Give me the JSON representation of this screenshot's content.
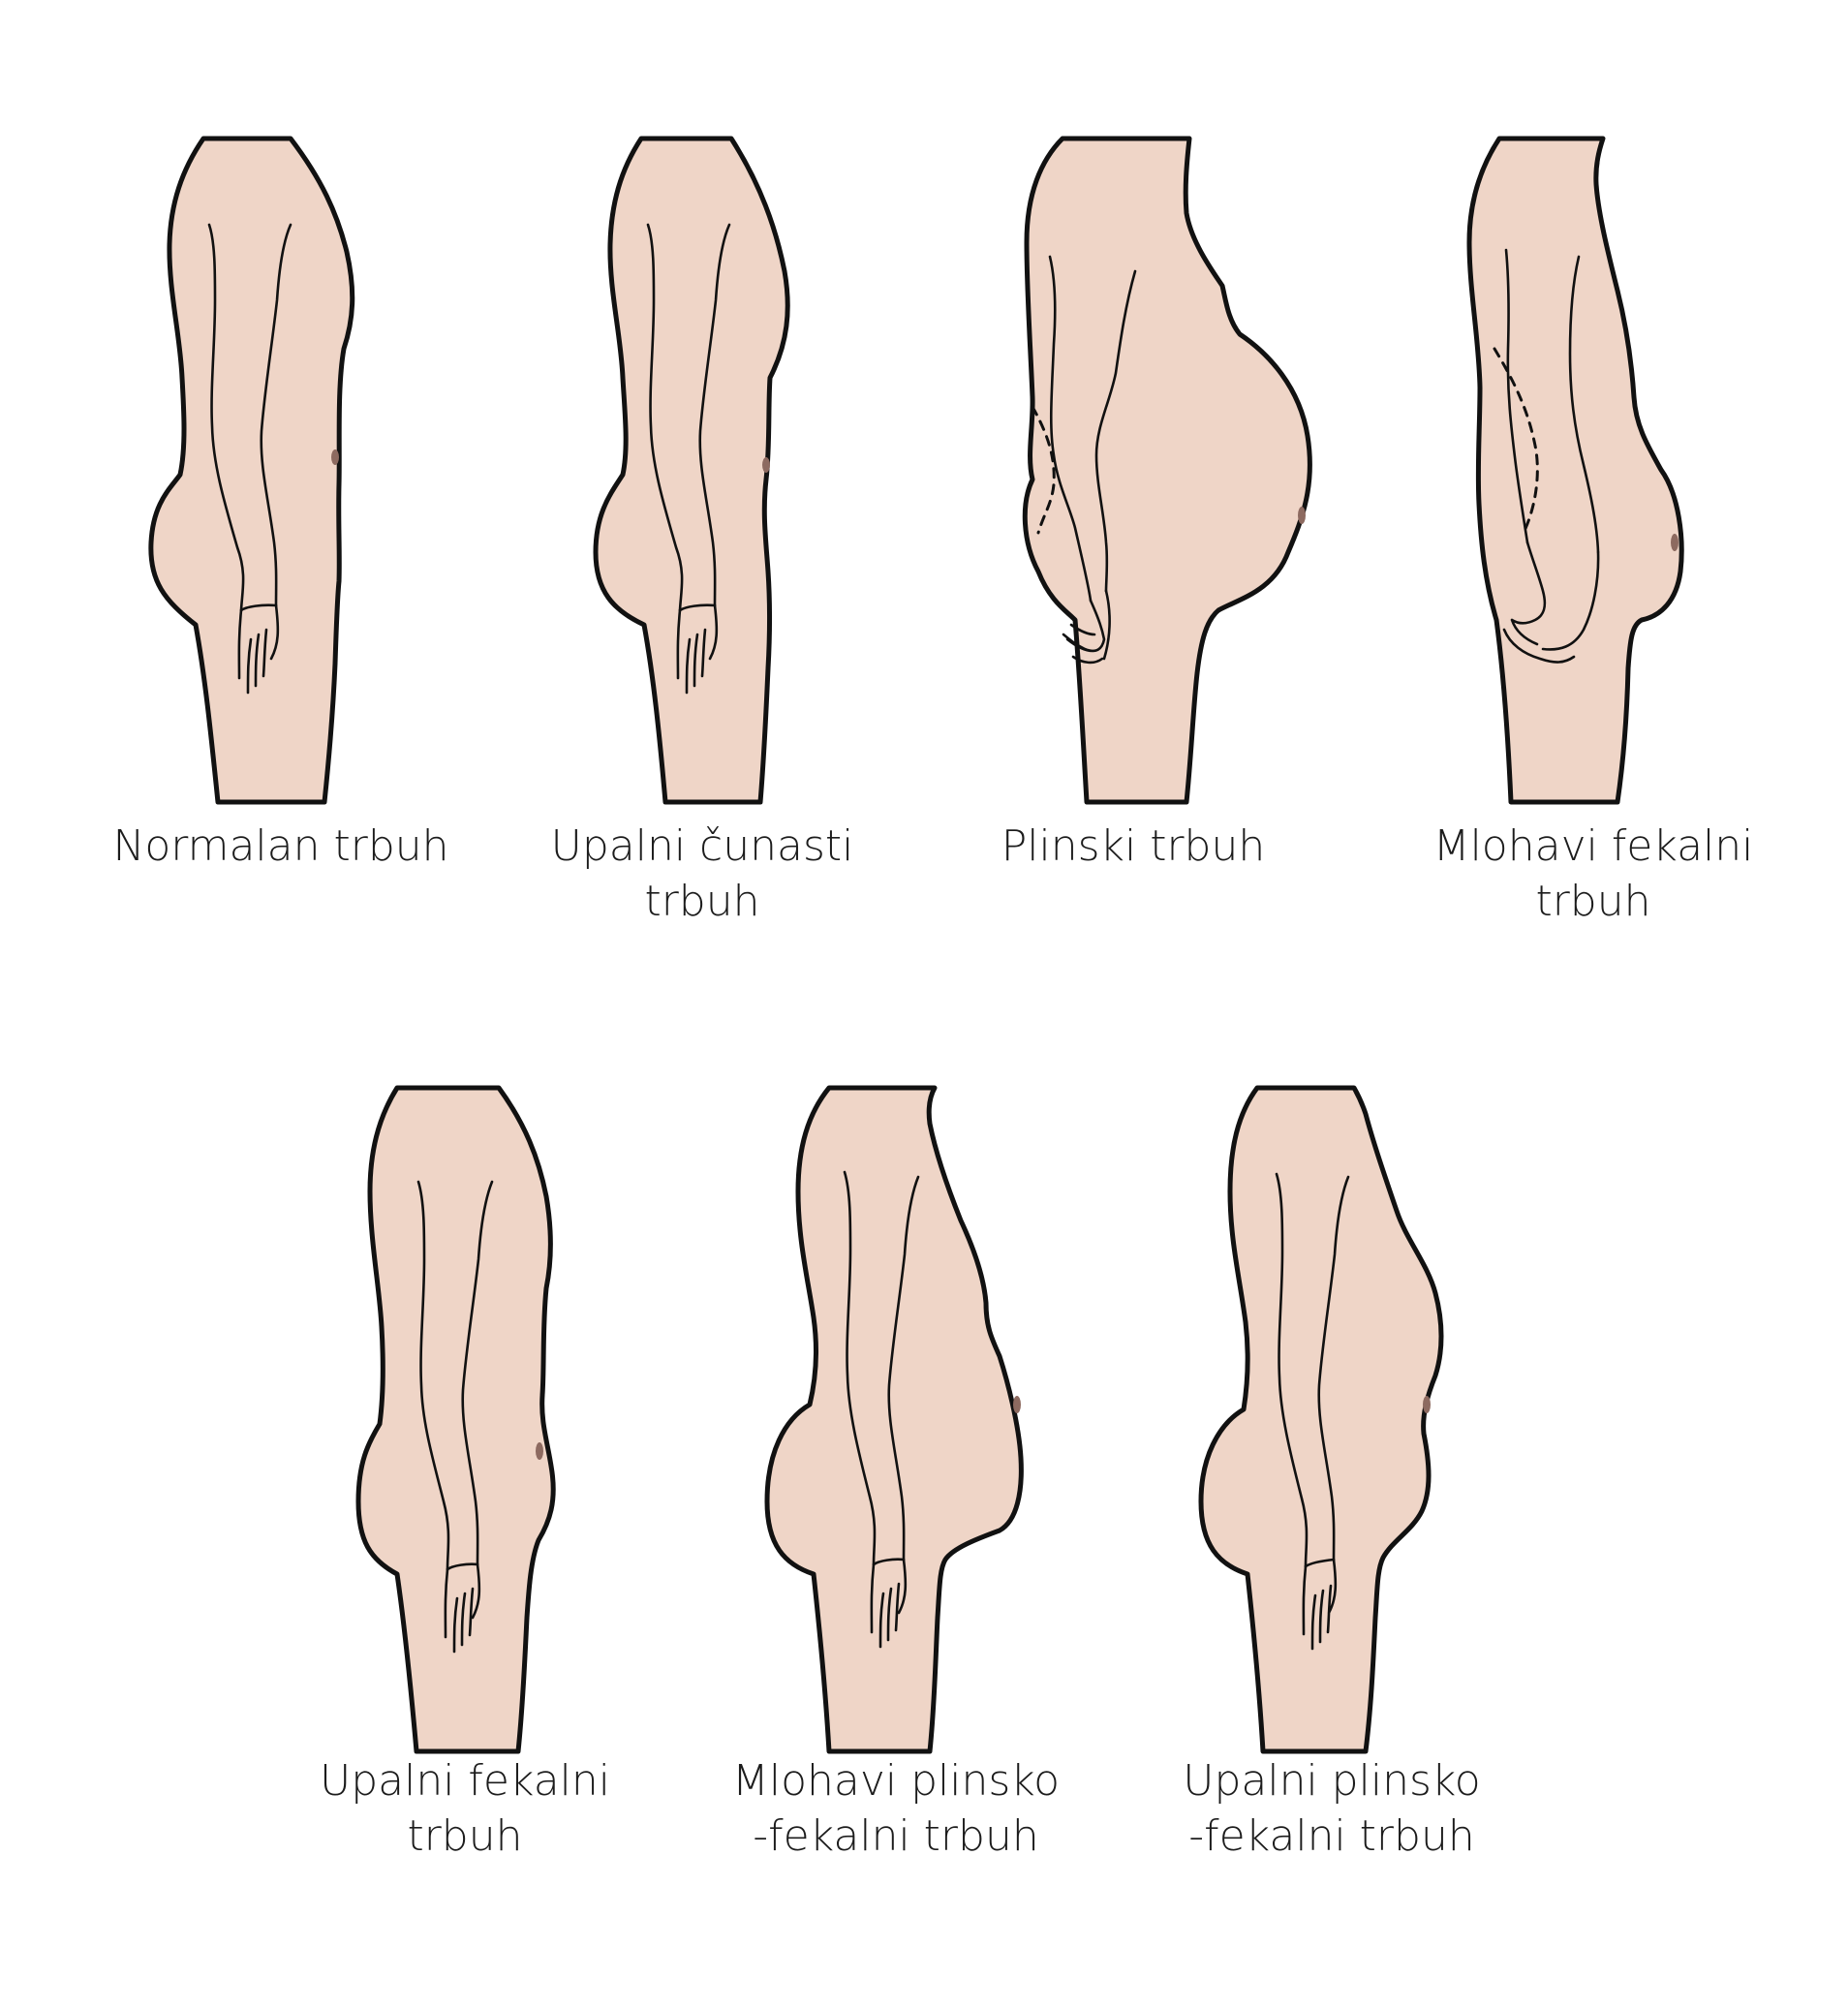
{
  "colors": {
    "skin": "#efd5c7",
    "outline": "#111111",
    "navel": "#8d6a60",
    "text": "#1c1c1c",
    "background": "#ffffff"
  },
  "figures": [
    {
      "id": "normal",
      "lines": [
        "Normalan trbuh"
      ]
    },
    {
      "id": "upalni-cunasti",
      "lines": [
        "Upalni čunasti",
        "trbuh"
      ]
    },
    {
      "id": "plinski",
      "lines": [
        "Plinski trbuh"
      ]
    },
    {
      "id": "mlohavi-fekalni",
      "lines": [
        "Mlohavi fekalni",
        "trbuh"
      ]
    },
    {
      "id": "upalni-fekalni",
      "lines": [
        "Upalni fekalni",
        "trbuh"
      ]
    },
    {
      "id": "mlohavi-plinsko-fekalni",
      "lines": [
        "Mlohavi plinsko",
        "-fekalni trbuh"
      ]
    },
    {
      "id": "upalni-plinsko-fekalni",
      "lines": [
        "Upalni plinsko",
        "-fekalni trbuh"
      ]
    }
  ]
}
